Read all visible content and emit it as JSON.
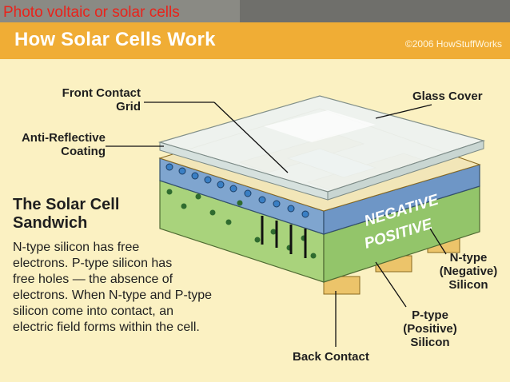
{
  "slide": {
    "title": "Photo voltaic or solar cells"
  },
  "figure": {
    "header_title": "How Solar Cells Work",
    "copyright": "©2006 HowStuffWorks",
    "labels": {
      "front_contact_line1": "Front Contact",
      "front_contact_line2": "Grid",
      "glass_cover": "Glass Cover",
      "anti_reflective_line1": "Anti-Reflective",
      "anti_reflective_line2": "Coating",
      "negative_layer": "NEGATIVE",
      "positive_layer": "POSITIVE",
      "ntype_line1": "N-type",
      "ntype_line2": "(Negative)",
      "ntype_line3": "Silicon",
      "ptype_line1": "P-type",
      "ptype_line2": "(Positive)",
      "ptype_line3": "Silicon",
      "back_contact": "Back Contact"
    },
    "sandwich": {
      "title_line1": "The Solar Cell",
      "title_line2": "Sandwich",
      "body_line1": "N-type silicon has free",
      "body_line2": "electrons. P-type silicon has",
      "body_line3": "free holes — the absence of",
      "body_line4": "electrons. When N-type and P-type",
      "body_line5": "silicon come into contact, an",
      "body_line6": "electric field forms within the cell."
    },
    "colors": {
      "header": "#f0ad35",
      "background": "#fbf1c2",
      "glass": "#eef3f1",
      "ntype_blue": "#6e96c6",
      "ptype_green": "#a9d37c",
      "contact_gold": "#ecc46a",
      "title_red": "#e8241c"
    }
  }
}
